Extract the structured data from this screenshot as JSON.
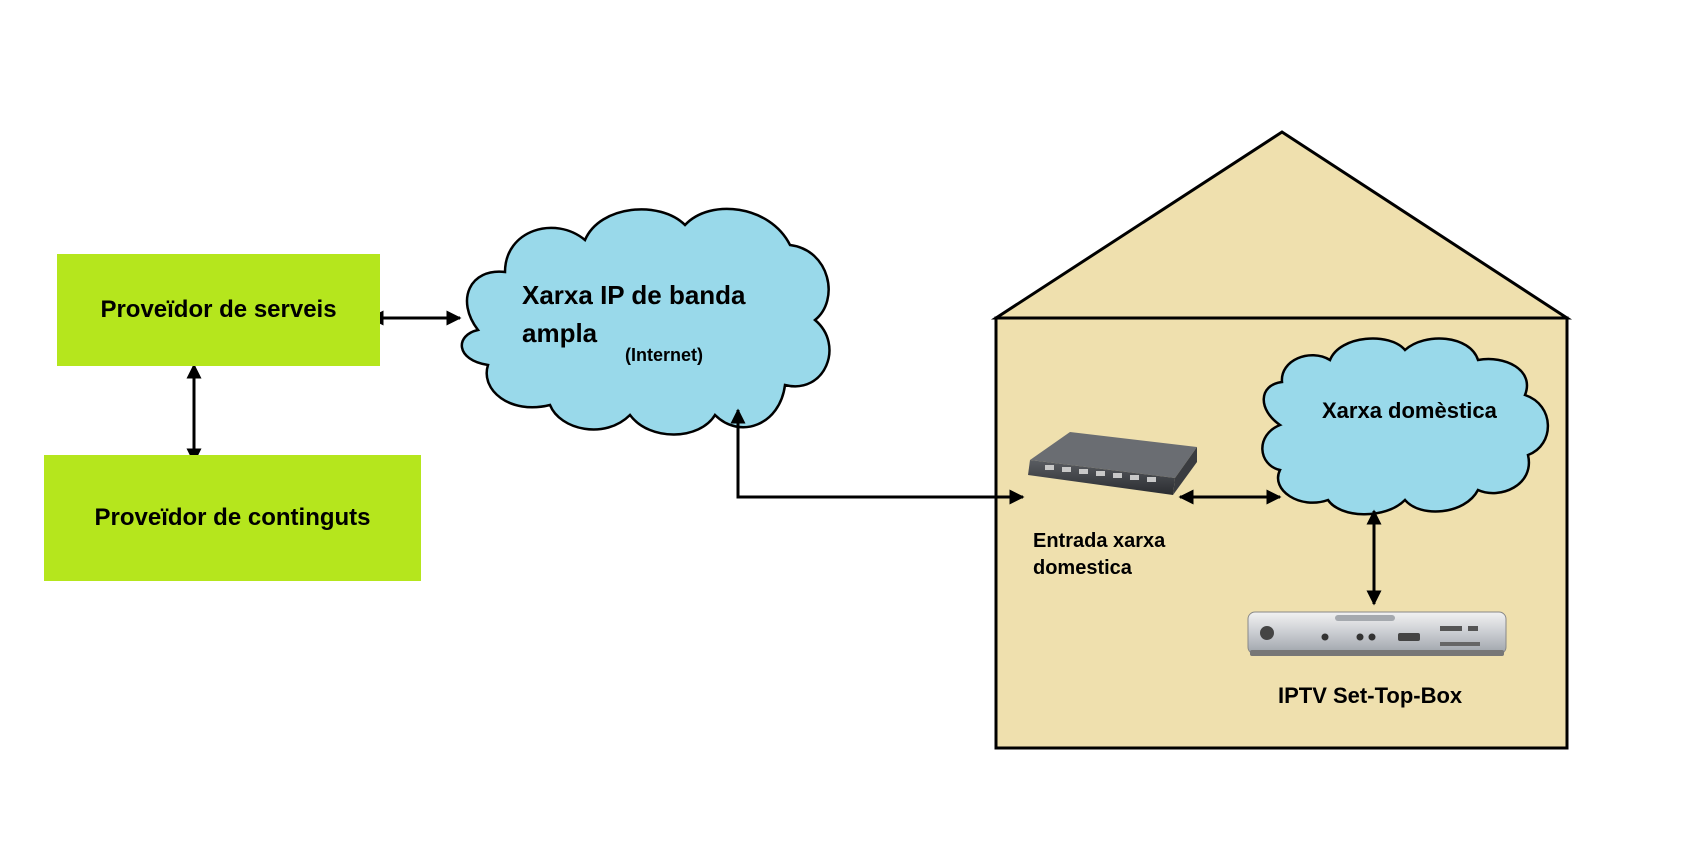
{
  "nodes": {
    "service_provider": "Proveïdor de serveis",
    "content_provider": "Proveïdor de continguts",
    "internet_cloud": {
      "line1": "Xarxa IP de banda",
      "line2": "ampla",
      "sub": "(Internet)"
    },
    "home_network_cloud": "Xarxa domèstica",
    "gateway": {
      "line1": "Entrada xarxa",
      "line2": "domestica"
    },
    "set_top_box": "IPTV Set-Top-Box"
  },
  "colors": {
    "provider_box": "#b5e61d",
    "cloud_fill": "#99d9ea",
    "house_fill": "#efe0ae",
    "stroke": "#000000"
  },
  "icons": [
    "network-gateway-icon",
    "set-top-box-icon"
  ]
}
